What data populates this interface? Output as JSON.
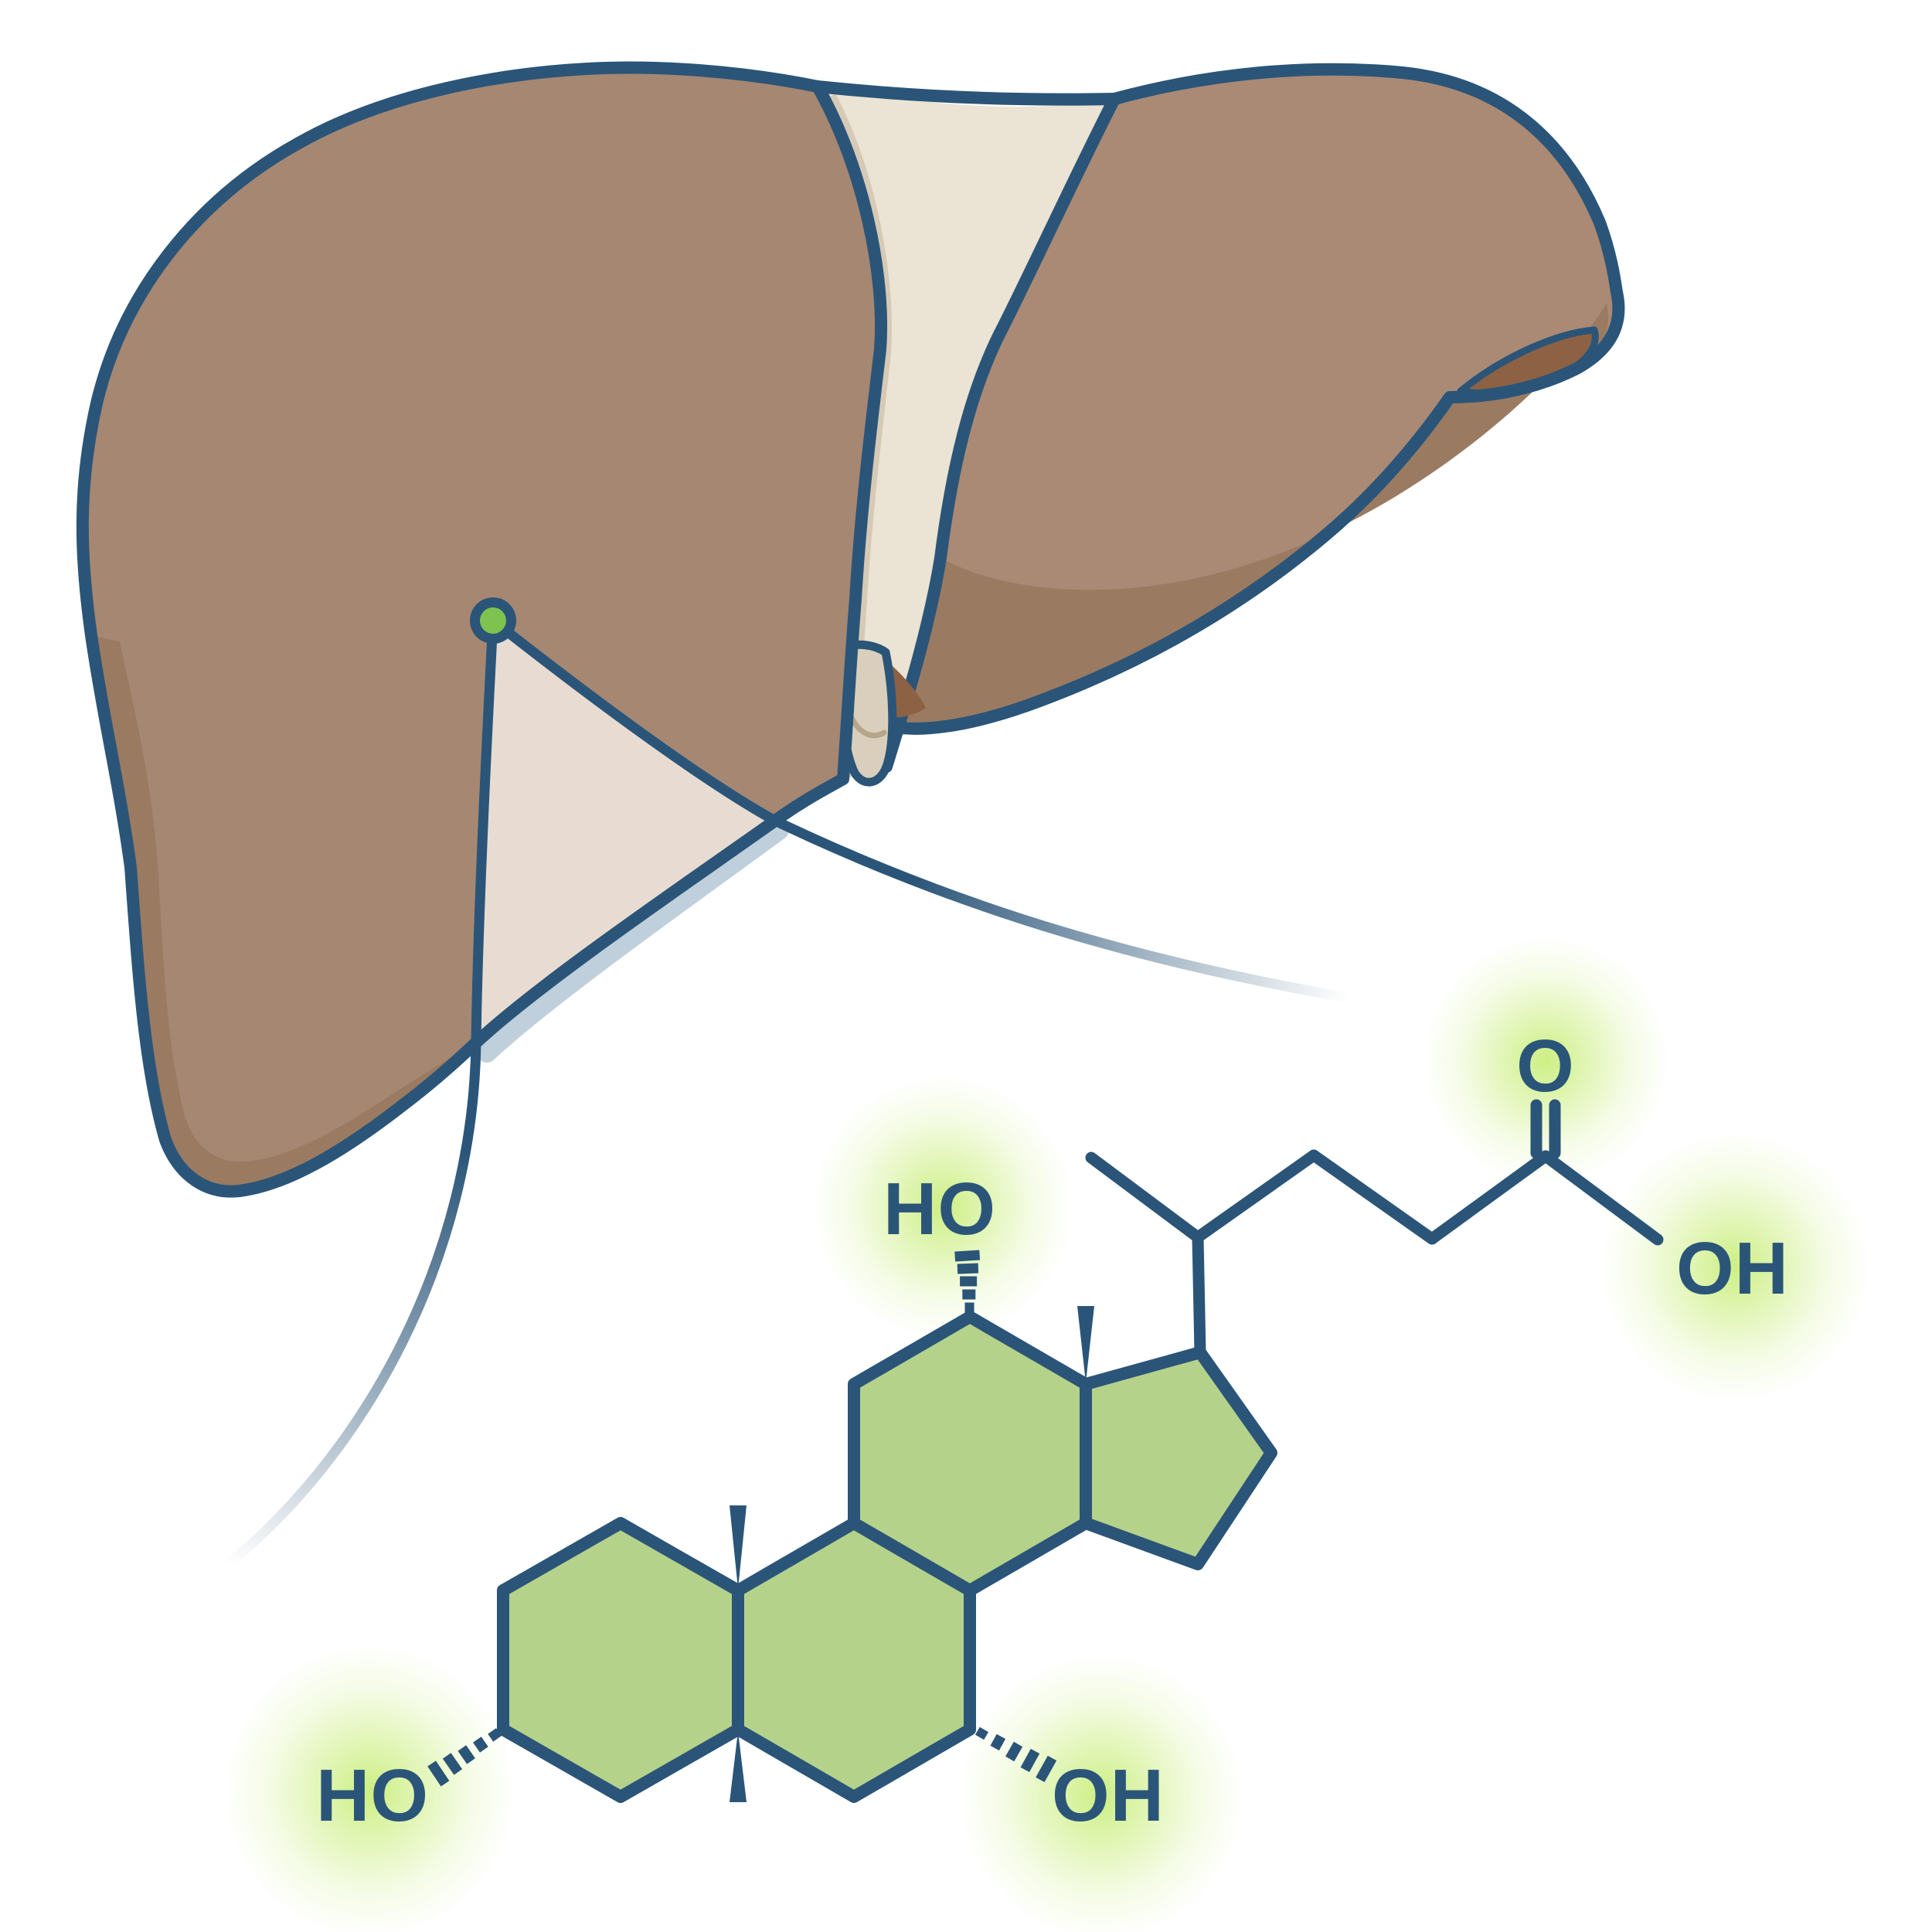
{
  "molecule": {
    "labels": {
      "hydroxyl_top": "HO",
      "carbonyl_oxygen": "O",
      "carboxyl_hydroxyl": "OH",
      "hydroxyl_bottom_left": "HO",
      "hydroxyl_bottom_right": "OH"
    }
  },
  "parts": {
    "organ_icon": "liver-illustration",
    "accessory_icon": "gallbladder-icon",
    "marker_icon": "green-dot-marker",
    "structure_icon": "bile-acid-molecule"
  },
  "colors": {
    "background": "#ffffff",
    "navy": "#2b5578",
    "liver_left": "#a68772",
    "liver_right": "#aa8a75",
    "liver_shade": "#9a7b62",
    "liver_underside": "#8d6144",
    "cream": "#ebe3d3",
    "cream_wedge": "#e8dcd2",
    "cream_shadow": "#d6cab6",
    "gallbladder_fill": "#d9cfbc",
    "gallbladder_line": "#b5a68a",
    "shadow_blue": "#bfd0dc",
    "ring_green": "#b5d28b",
    "glow_green": "#caee7d",
    "dot_green": "#7ec24f"
  }
}
